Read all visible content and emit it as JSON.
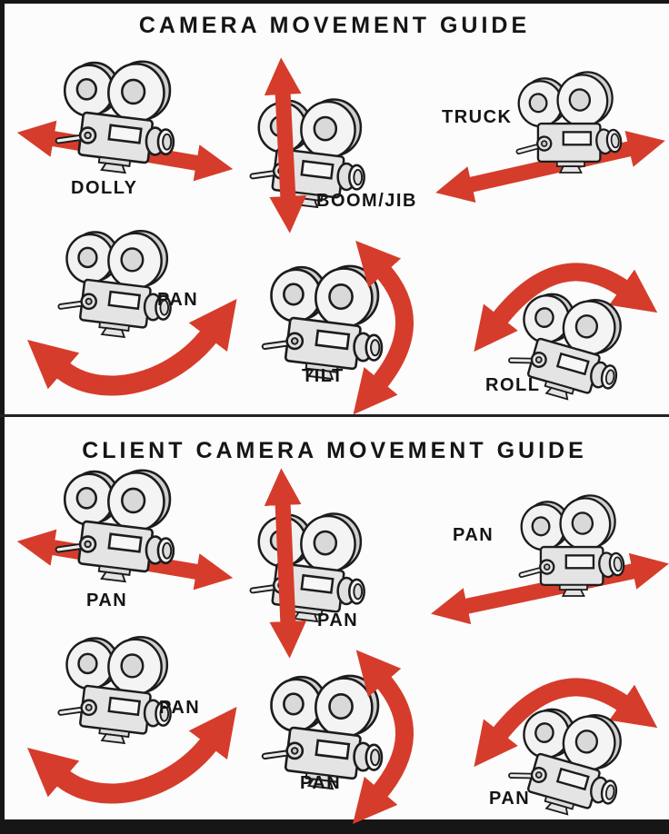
{
  "colors": {
    "arrow_red": "#d63c2b",
    "ink": "#161616",
    "camera_body": "#e9e9e9",
    "background": "#fcfcfc"
  },
  "sections": [
    {
      "title": "CAMERA MOVEMENT GUIDE",
      "items": [
        {
          "label": "DOLLY",
          "icon": "film-camera-icon",
          "arrow": "horizontal-double-arrow"
        },
        {
          "label": "BOOM/JIB",
          "icon": "film-camera-icon",
          "arrow": "vertical-double-arrow"
        },
        {
          "label": "TRUCK",
          "icon": "film-camera-icon",
          "arrow": "diagonal-double-arrow"
        },
        {
          "label": "PAN",
          "icon": "film-camera-icon",
          "arrow": "curved-horizontal-double-arrow"
        },
        {
          "label": "TILT",
          "icon": "film-camera-icon",
          "arrow": "curved-vertical-double-arrow"
        },
        {
          "label": "ROLL",
          "icon": "film-camera-icon",
          "arrow": "arc-over-top-double-arrow"
        }
      ]
    },
    {
      "title": "CLIENT CAMERA MOVEMENT GUIDE",
      "items": [
        {
          "label": "PAN",
          "icon": "film-camera-icon",
          "arrow": "horizontal-double-arrow"
        },
        {
          "label": "PAN",
          "icon": "film-camera-icon",
          "arrow": "vertical-double-arrow"
        },
        {
          "label": "PAN",
          "icon": "film-camera-icon",
          "arrow": "diagonal-double-arrow"
        },
        {
          "label": "PAN",
          "icon": "film-camera-icon",
          "arrow": "curved-horizontal-double-arrow"
        },
        {
          "label": "PAN",
          "icon": "film-camera-icon",
          "arrow": "curved-vertical-double-arrow"
        },
        {
          "label": "PAN",
          "icon": "film-camera-icon",
          "arrow": "arc-over-top-double-arrow"
        }
      ]
    }
  ]
}
